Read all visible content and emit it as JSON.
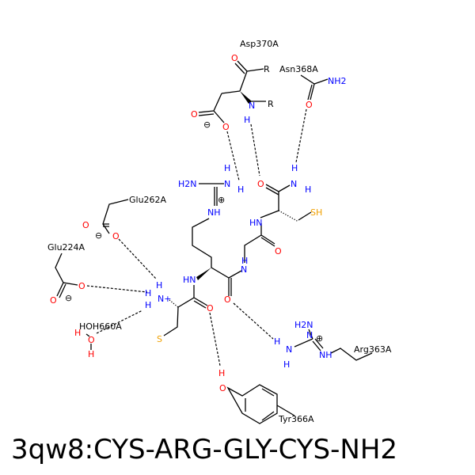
{
  "title": "3qw8:CYS-ARG-GLY-CYS-NH2",
  "residues": {
    "asp370": "Asp370A",
    "asn368": "Asn368A",
    "glu262": "Glu262A",
    "glu224": "Glu224A",
    "hoh660": "HOH660A",
    "arg363": "Arg363A",
    "tyr366": "Tyr366A"
  },
  "atoms": [
    "O",
    "R",
    "N",
    "R",
    "H",
    "O",
    "O",
    "⊖",
    "NH2",
    "O",
    "H2N",
    "N",
    "H",
    "H",
    "⊕",
    "NH",
    "O",
    "N",
    "H",
    "H",
    "SH",
    "HN",
    "O",
    "H",
    "N",
    "HN",
    "H",
    "H",
    "N+",
    "H",
    "O",
    "O",
    "⊖",
    "O",
    "O",
    "⊖",
    "H",
    "O",
    "H",
    "S",
    "O",
    "O",
    "H",
    "N",
    "H",
    "H2N",
    "N",
    "NH",
    "⊕",
    "H",
    "O"
  ],
  "colors": {
    "oxygen": "#ff0000",
    "nitrogen": "#0000ff",
    "sulfur": "#f0a000",
    "carbon": "#000000"
  }
}
